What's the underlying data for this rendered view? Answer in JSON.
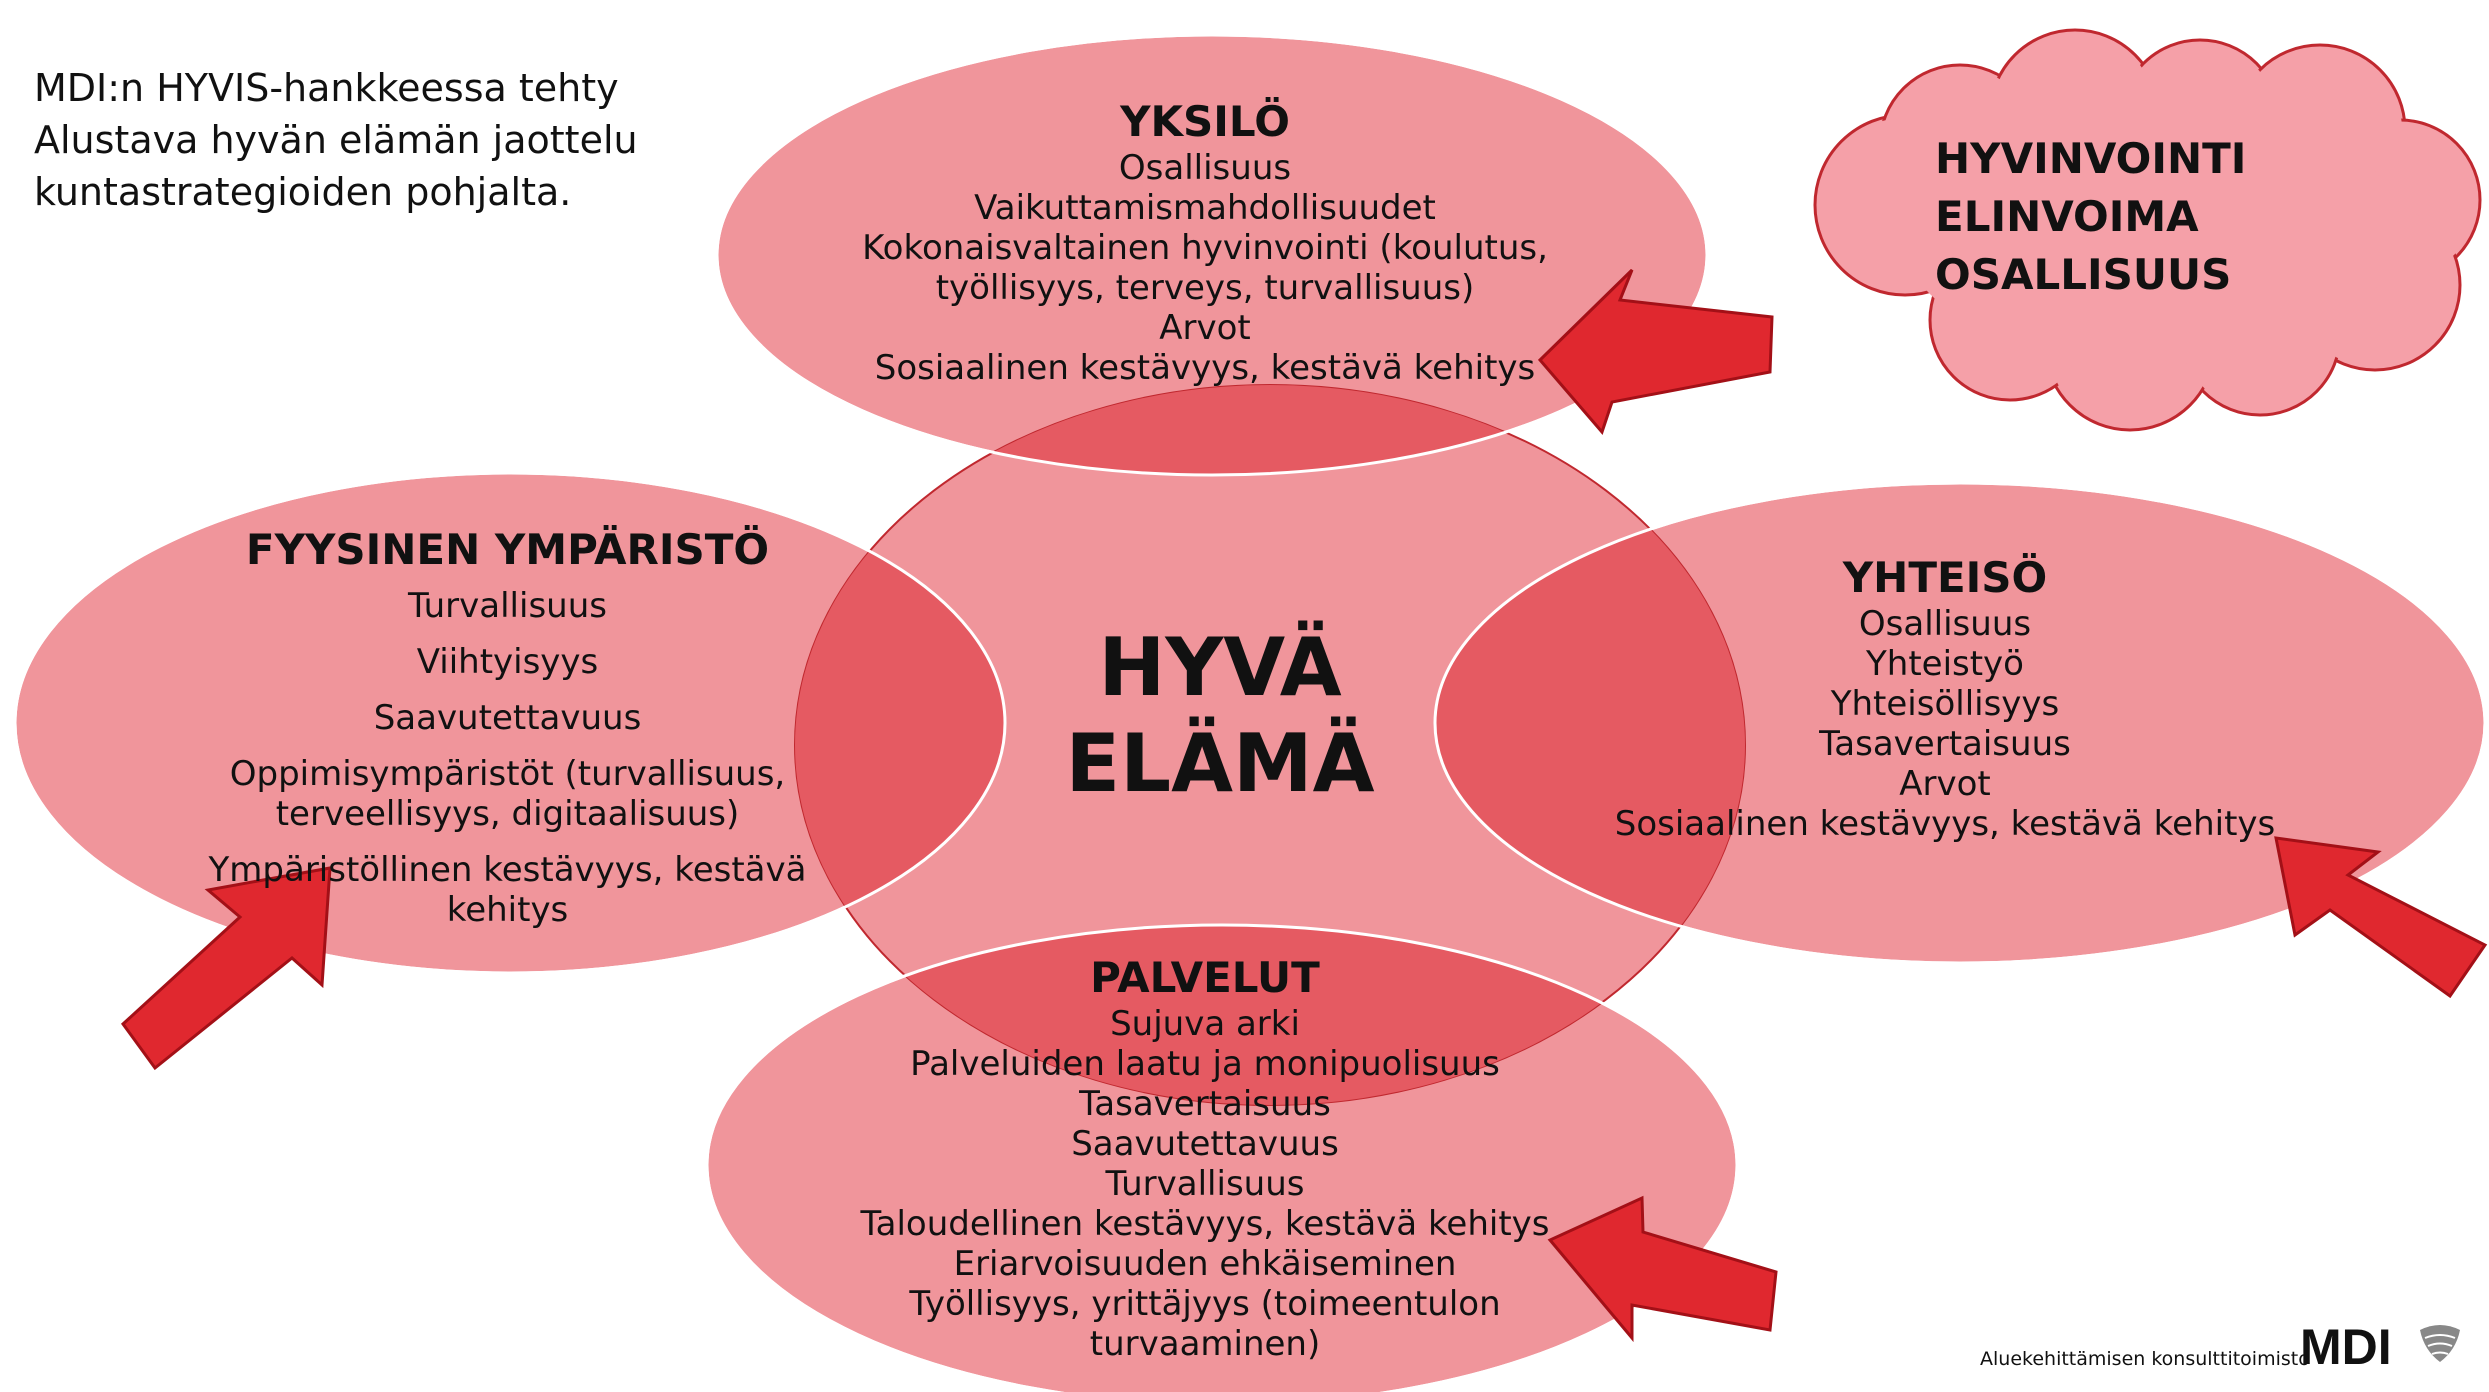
{
  "intro": {
    "line1": "MDI:n HYVIS-hankkeessa tehty",
    "line2": "Alustava hyvän elämän jaottelu",
    "line3": "kuntastrategioiden pohjalta."
  },
  "center": {
    "line1": "HYVÄ",
    "line2": "ELÄMÄ"
  },
  "yksilo": {
    "title": "YKSILÖ",
    "items": [
      "Osallisuus",
      "Vaikuttamismahdollisuudet",
      "Kokonaisvaltainen hyvinvointi (koulutus,",
      "työllisyys, terveys, turvallisuus)",
      "Arvot",
      "Sosiaalinen kestävyys, kestävä kehitys"
    ]
  },
  "fyysinen": {
    "title": "FYYSINEN YMPÄRISTÖ",
    "items": [
      "Turvallisuus",
      "Viihtyisyys",
      "Saavutettavuus",
      "Oppimisympäristöt (turvallisuus,",
      "terveellisyys, digitaalisuus)",
      "Ympäristöllinen kestävyys, kestävä",
      "kehitys"
    ]
  },
  "yhteiso": {
    "title": "YHTEISÖ",
    "items": [
      "Osallisuus",
      "Yhteistyö",
      "Yhteisöllisyys",
      "Tasavertaisuus",
      "Arvot",
      "Sosiaalinen kestävyys, kestävä kehitys"
    ]
  },
  "palvelut": {
    "title": "PALVELUT",
    "items": [
      "Sujuva arki",
      "Palveluiden laatu ja monipuolisuus",
      "Tasavertaisuus",
      "Saavutettavuus",
      "Turvallisuus",
      "Taloudellinen kestävyys, kestävä kehitys",
      "Eriarvoisuuden ehkäiseminen",
      "Työllisyys, yrittäjyys (toimeentulon",
      "turvaaminen)"
    ]
  },
  "cloud": {
    "line1": "HYVINVOINTI",
    "line2": "ELINVOIMA",
    "line3": "OSALLISUUS"
  },
  "footer": {
    "text": "Aluekehittämisen konsulttitoimisto",
    "logo": "MDI"
  },
  "colors": {
    "ellipse_fill": "#f0959b",
    "overlap_fill": "#e55a62",
    "outline": "#c0282f",
    "arrow_fill": "#e0282f",
    "arrow_stroke": "#a31017",
    "cloud_fill": "#f5a0a8"
  }
}
